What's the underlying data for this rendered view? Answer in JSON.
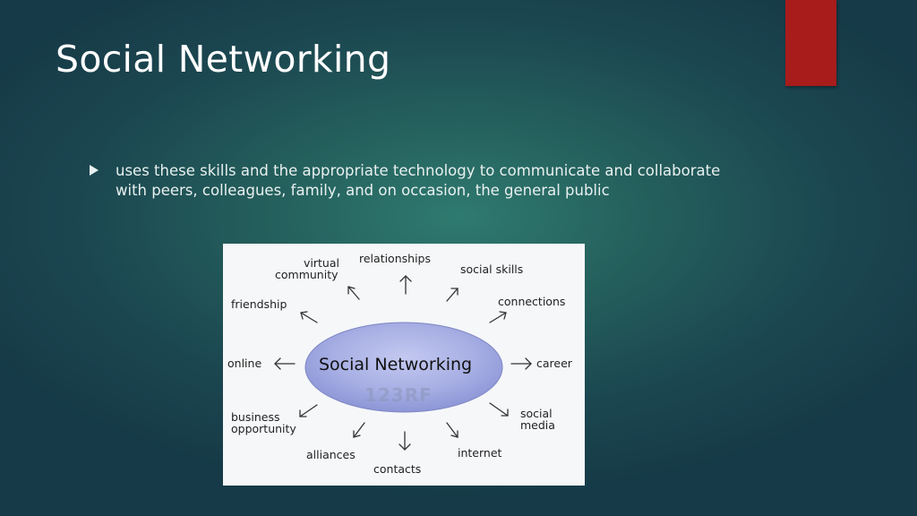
{
  "slide": {
    "title": "Social Networking",
    "bullet": "uses these skills and the appropriate technology to communicate and collaborate with peers, colleagues, family, and on occasion, the general public",
    "accent_color": "#a81c1c"
  },
  "diagram": {
    "hub": "Social Networking",
    "watermark": "123RF",
    "labels": {
      "virtual_community_1": "virtual",
      "virtual_community_2": "community",
      "relationships": "relationships",
      "social_skills": "social skills",
      "friendship": "friendship",
      "connections": "connections",
      "online": "online",
      "career": "career",
      "business_opportunity_1": "business",
      "business_opportunity_2": "opportunity",
      "social_media_1": "social",
      "social_media_2": "media",
      "alliances": "alliances",
      "contacts": "contacts",
      "internet": "internet"
    }
  }
}
